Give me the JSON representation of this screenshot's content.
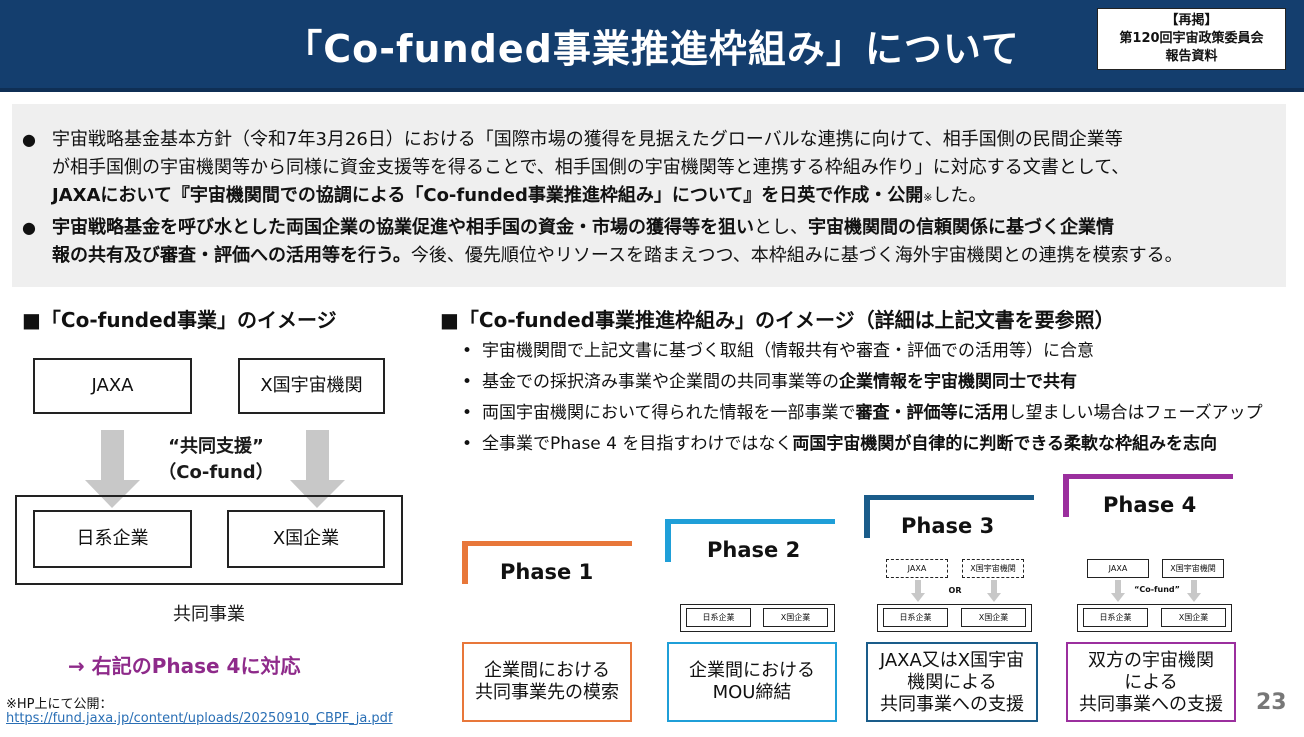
{
  "header": {
    "title": "「Co-funded事業推進枠組み」について",
    "badge_line1": "【再掲】",
    "badge_line2": "第120回宇宙政策委員会",
    "badge_line3": "報告資料"
  },
  "summary": {
    "bullet1_p1": "宇宙戦略基金基本方針（令和7年3月26日）における「国際市場の獲得を見据えたグローバルな連携に向けて、相手国側の民間企業等",
    "bullet1_p2": "が相手国側の宇宙機関等から同様に資金支援等を得ることで、相手国側の宇宙機関等と連携する枠組み作り」に対応する文書として、",
    "bullet1_p3_bold": "JAXAにおいて『宇宙機関間での協調による「Co-funded事業推進枠組み」について』を日英で作成・公開",
    "bullet1_p3_note": "※",
    "bullet1_p3_end": "した。",
    "bullet2_bold1": "宇宙戦略基金を呼び水とした両国企業の協業促進や相手国の資金・市場の獲得等を狙い",
    "bullet2_mid": "とし、",
    "bullet2_bold2": "宇宙機関間の信頼関係に基づく企業情",
    "bullet2_bold3": "報の共有及び審査・評価への活用等を行う。",
    "bullet2_end": "今後、優先順位やリソースを踏まえつつ、本枠組みに基づく海外宇宙機関との連携を模索する。"
  },
  "left": {
    "heading": "■「Co-funded事業」のイメージ",
    "jaxa": "JAXA",
    "x_agency": "X国宇宙機関",
    "support_line1": "“共同支援”",
    "support_line2": "（Co-fund）",
    "jp_company": "日系企業",
    "x_company": "X国企業",
    "joint_project": "共同事業",
    "phase4_note": "→  右記のPhase 4に対応"
  },
  "right": {
    "heading": "■「Co-funded事業推進枠組み」のイメージ（詳細は上記文書を要参照）",
    "items": [
      {
        "pre": "宇宙機関間で上記文書に基づく取組（情報共有や審査・評価での活用等）に合意",
        "bold": "",
        "post": ""
      },
      {
        "pre": "基金での採択済み事業や企業間の共同事業等の",
        "bold": "企業情報を宇宙機関同士で共有",
        "post": ""
      },
      {
        "pre": "両国宇宙機関において得られた情報を一部事業で",
        "bold": "審査・評価等に活用",
        "post": "し望ましい場合はフェーズアップ"
      },
      {
        "pre": "全事業でPhase 4 を目指すわけではなく",
        "bold": "両国宇宙機関が自律的に判断できる柔軟な枠組みを志向",
        "post": ""
      }
    ]
  },
  "phases": [
    {
      "label": "Phase 1",
      "color": "#e8773a",
      "box_line1": "企業間における",
      "box_line2": "共同事業先の模索",
      "box_line3": ""
    },
    {
      "label": "Phase 2",
      "color": "#1f9fd8",
      "box_line1": "企業間における",
      "box_line2": "MOU締結",
      "box_line3": ""
    },
    {
      "label": "Phase 3",
      "color": "#1a5c8a",
      "box_line1": "JAXA又はX国宇宙",
      "box_line2": "機関による",
      "box_line3": "共同事業への支援"
    },
    {
      "label": "Phase 4",
      "color": "#9b2f9e",
      "box_line1": "双方の宇宙機関",
      "box_line2": "による",
      "box_line3": "共同事業への支援"
    }
  ],
  "mini": {
    "jp": "日系企業",
    "x": "X国企業",
    "jaxa": "JAXA",
    "xagency": "X国宇宙機関",
    "or": "OR",
    "cofund": "“Co-fund”"
  },
  "footer": {
    "note": "※HP上にて公開：",
    "url": "https://fund.jaxa.jp/content/uploads/20250910_CBPF_ja.pdf",
    "page_number": "23"
  }
}
